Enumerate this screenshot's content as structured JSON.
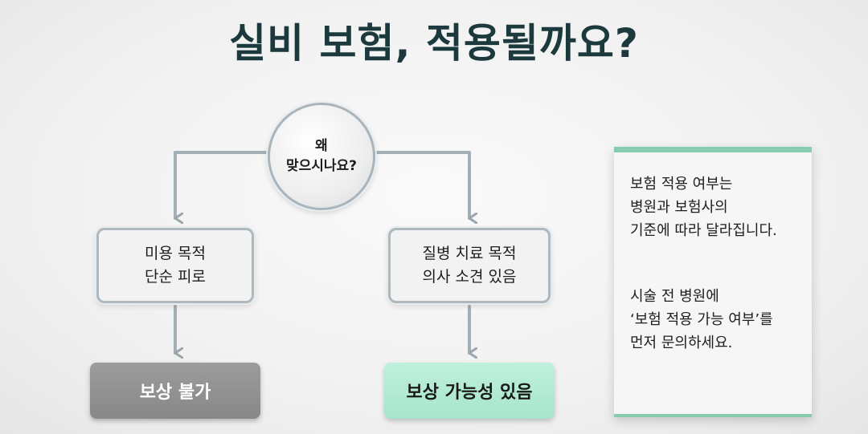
{
  "title": "실비 보험, 적용될까요?",
  "question": {
    "line1": "왜",
    "line2": "맞으시나요?"
  },
  "branches": {
    "left": {
      "line1": "미용 목적",
      "line2": "단순 피로",
      "result": "보상 불가",
      "result_color": "#939393"
    },
    "right": {
      "line1": "질병 치료 목적",
      "line2": "의사 소견 있음",
      "result": "보상 가능성 있음",
      "result_color": "#b3ead3"
    }
  },
  "note": {
    "paragraph1": [
      "보험 적용 여부는",
      "병원과 보험사의",
      "기준에 따라 달라집니다."
    ],
    "paragraph2": [
      "시술 전 병원에",
      "‘보험 적용 가능 여부’를",
      "먼저 문의하세요."
    ],
    "accent_color": "#86cdb0"
  }
}
